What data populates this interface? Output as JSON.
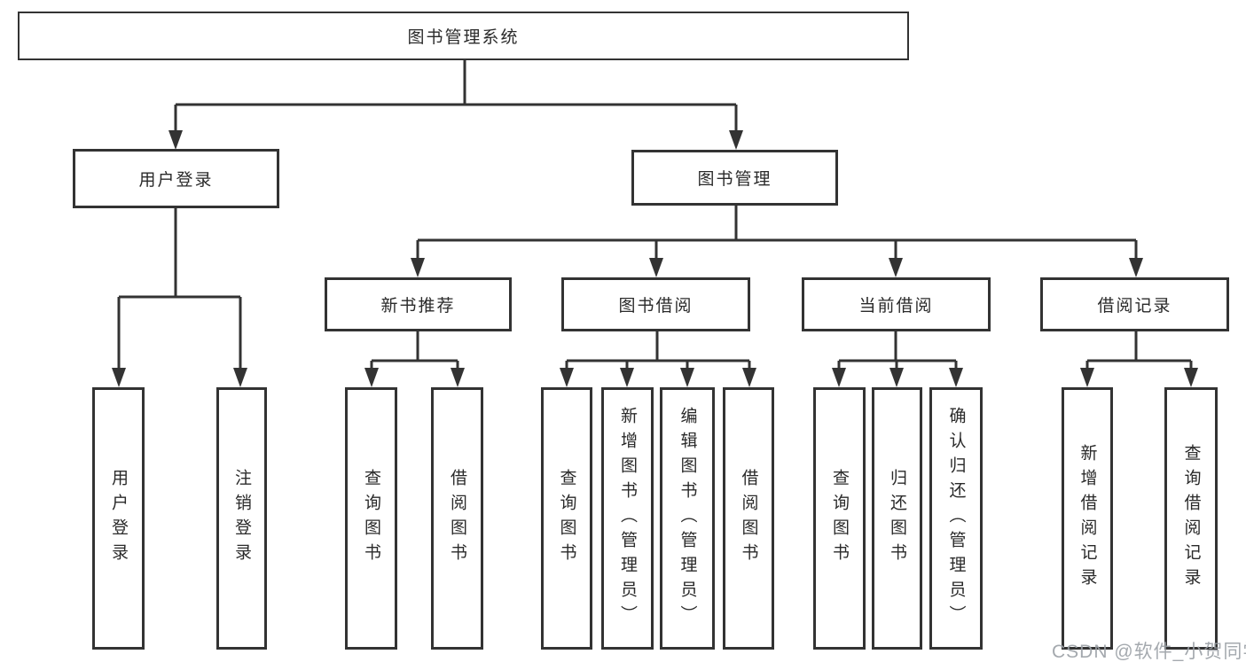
{
  "tree": {
    "label": "图书管理系统",
    "children": [
      {
        "label": "用户登录",
        "children": [
          {
            "label": "用户登录"
          },
          {
            "label": "注销登录"
          }
        ]
      },
      {
        "label": "图书管理",
        "children": [
          {
            "label": "新书推荐",
            "children": [
              {
                "label": "查询图书"
              },
              {
                "label": "借阅图书"
              }
            ]
          },
          {
            "label": "图书借阅",
            "children": [
              {
                "label": "查询图书"
              },
              {
                "label": "新增图书（管理员）"
              },
              {
                "label": "编辑图书（管理员）"
              },
              {
                "label": "借阅图书"
              }
            ]
          },
          {
            "label": "当前借阅",
            "children": [
              {
                "label": "查询图书"
              },
              {
                "label": "归还图书"
              },
              {
                "label": "确认归还（管理员）"
              }
            ]
          },
          {
            "label": "借阅记录",
            "children": [
              {
                "label": "新增借阅记录"
              },
              {
                "label": "查询借阅记录"
              }
            ]
          }
        ]
      }
    ]
  },
  "watermark": "CSDN @软件_小贺同学",
  "colors": {
    "line": "#333333",
    "text": "#2a2a2a",
    "background": "#ffffff",
    "watermark": "#9ba0a6"
  }
}
